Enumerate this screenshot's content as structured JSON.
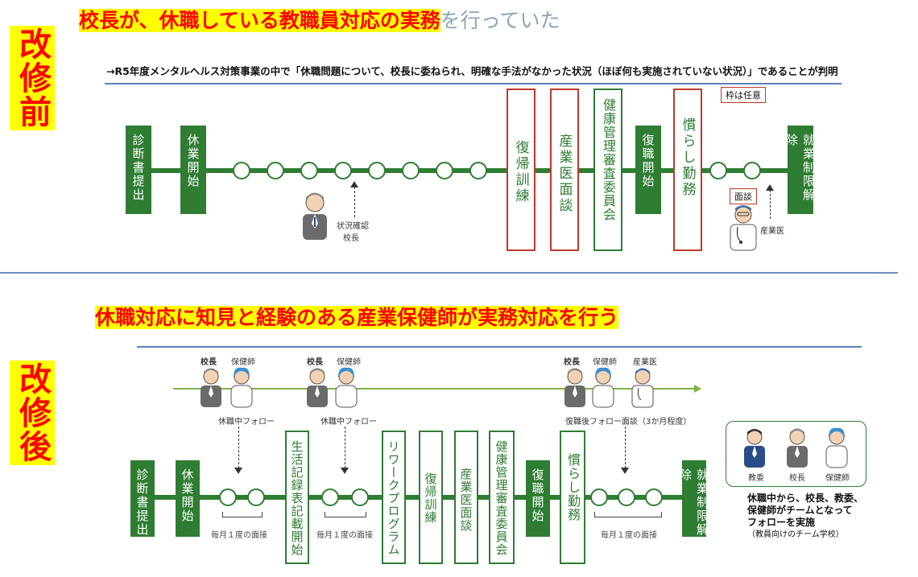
{
  "before": {
    "side_label": "改修前",
    "title_marked": "校長が、休職している教職員対応の実務",
    "title_rest": "を行っていた",
    "note": "→R5年度メンタルヘルス対策事業の中で「休職問題について、校長に委ねられ、明確な手法がなかった状況（ほぼ何も実施されていない状況）」であることが判明",
    "tag_optional": "枠は任意",
    "boxes": {
      "diagnosis": "診断書提出",
      "leave_start": "休業開始",
      "rehab_training": "復帰訓練",
      "occ_doctor_interview": "産業医面談",
      "health_committee": "健康管理審査委員会",
      "return_start": "復職開始",
      "trial_work": "慣らし勤務",
      "restriction_lift": "就業制限解除"
    },
    "principal_caption_1": "状況確認",
    "principal_caption_2": "校長",
    "interview_tag": "面談",
    "doctor_caption": "産業医"
  },
  "after": {
    "side_label": "改修後",
    "title": "休職対応に知見と経験のある産業保健師が実務対応を行う",
    "groups": [
      {
        "principal": "校長",
        "nurse": "保健師",
        "caption": "休職中フォロー"
      },
      {
        "principal": "校長",
        "nurse": "保健師",
        "caption": "休職中フォロー"
      },
      {
        "principal": "校長",
        "nurse": "保健師",
        "doctor": "産業医",
        "caption": "復職後フォロー面談（3か月程度）"
      }
    ],
    "boxes": {
      "diagnosis": "診断書提出",
      "leave_start": "休業開始",
      "life_record": "生活記録表記載開始",
      "rework": "リワークプログラム",
      "rehab_training": "復帰訓練",
      "occ_doctor_interview": "産業医面談",
      "health_committee": "健康管理審査委員会",
      "return_start": "復職開始",
      "trial_work": "慣らし勤務",
      "restriction_lift": "就業制限解除"
    },
    "monthly_1": "毎月１度の面接",
    "monthly_2": "毎月１度の面接",
    "monthly_3": "毎月１度の面接",
    "team": {
      "teacher_board": "教委",
      "principal": "校長",
      "nurse": "保健師",
      "note_line1": "休職中から、校長、教委、",
      "note_line2": "保健師がチームとなって",
      "note_line3": "フォローを実施",
      "note_line4": "（教員向けのチーム学校）"
    }
  },
  "colors": {
    "green": "#2e7d32",
    "red": "#ff0000",
    "yellow": "#ffff00",
    "blue_rule": "#5b7fc0"
  }
}
